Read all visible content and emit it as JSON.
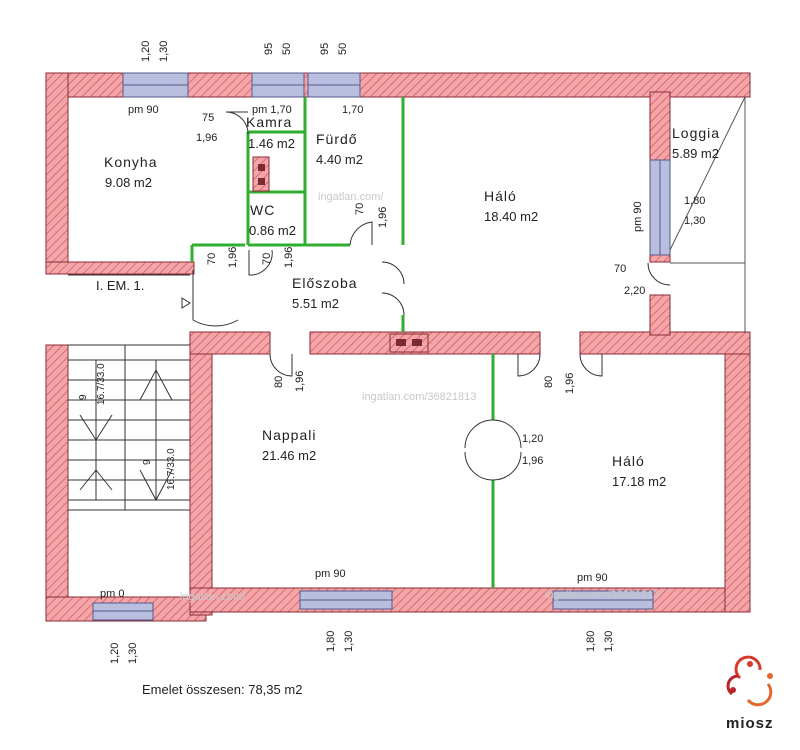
{
  "plan": {
    "rooms": [
      {
        "key": "konyha",
        "name": "Konyha",
        "area": "9.08 m2"
      },
      {
        "key": "kamra",
        "name": "Kamra",
        "area": "1.46 m2"
      },
      {
        "key": "furdo",
        "name": "Fürdő",
        "area": "4.40 m2"
      },
      {
        "key": "wc",
        "name": "WC",
        "area": "0.86 m2"
      },
      {
        "key": "eloszoba",
        "name": "Előszoba",
        "area": "5.51 m2"
      },
      {
        "key": "halo1",
        "name": "Háló",
        "area": "18.40 m2"
      },
      {
        "key": "loggia",
        "name": "Loggia",
        "area": "5.89 m2"
      },
      {
        "key": "nappali",
        "name": "Nappali",
        "area": "21.46 m2"
      },
      {
        "key": "halo2",
        "name": "Háló",
        "area": "17.18 m2"
      }
    ],
    "stair_label": "I. EM. 1.",
    "stairs": [
      {
        "steps": "9",
        "ratio": "16.7/33.0"
      },
      {
        "steps": "9",
        "ratio": "16.7/33.0"
      }
    ],
    "openings": {
      "top_konyha": {
        "w": "1,20",
        "h": "1,30",
        "pm": "pm 90"
      },
      "top_kamra": {
        "w": "95",
        "h": "50",
        "pm": "pm 1,70"
      },
      "top_furdo": {
        "w": "95",
        "h": "50",
        "pm": "1,70"
      },
      "loggia_window": {
        "pm": "pm 90",
        "w": "1,80",
        "h": "1,30"
      },
      "loggia_door": {
        "w": "70",
        "h": "2,20"
      },
      "bottom_stair": {
        "pm": "pm 0",
        "w": "1,20",
        "h": "1,30"
      },
      "bottom_nappali": {
        "pm": "pm 90",
        "w": "1,80",
        "h": "1,30"
      },
      "bottom_halo": {
        "pm": "pm 90",
        "w": "1,80",
        "h": "1,30"
      }
    },
    "doors": {
      "kamra": {
        "w": "75",
        "h": "1,96"
      },
      "entry": {
        "w": "70",
        "h": "1,96"
      },
      "wc": {
        "w": "70",
        "h": "1,96"
      },
      "halo1": {
        "w": "70",
        "h": "1,96"
      },
      "nappali": {
        "w": "80",
        "h": "1,96"
      },
      "halo2": {
        "w": "80",
        "h": "1,96"
      },
      "double": {
        "w": "1,20",
        "h": "1,96"
      }
    },
    "summary": "Emelet összesen: 78,35 m2",
    "logo": "miosz",
    "watermarks": [
      "ingatlan.com/",
      "ingatlan.com/36821813",
      "ingatlan.com/",
      "ingatlan.com/36821813"
    ],
    "colors": {
      "wall": "#f4a5a8",
      "wall_stroke": "#b43a48",
      "partition": "#2fae2f",
      "window": "#b9bedf",
      "logo_red": "#d63a2c"
    }
  }
}
